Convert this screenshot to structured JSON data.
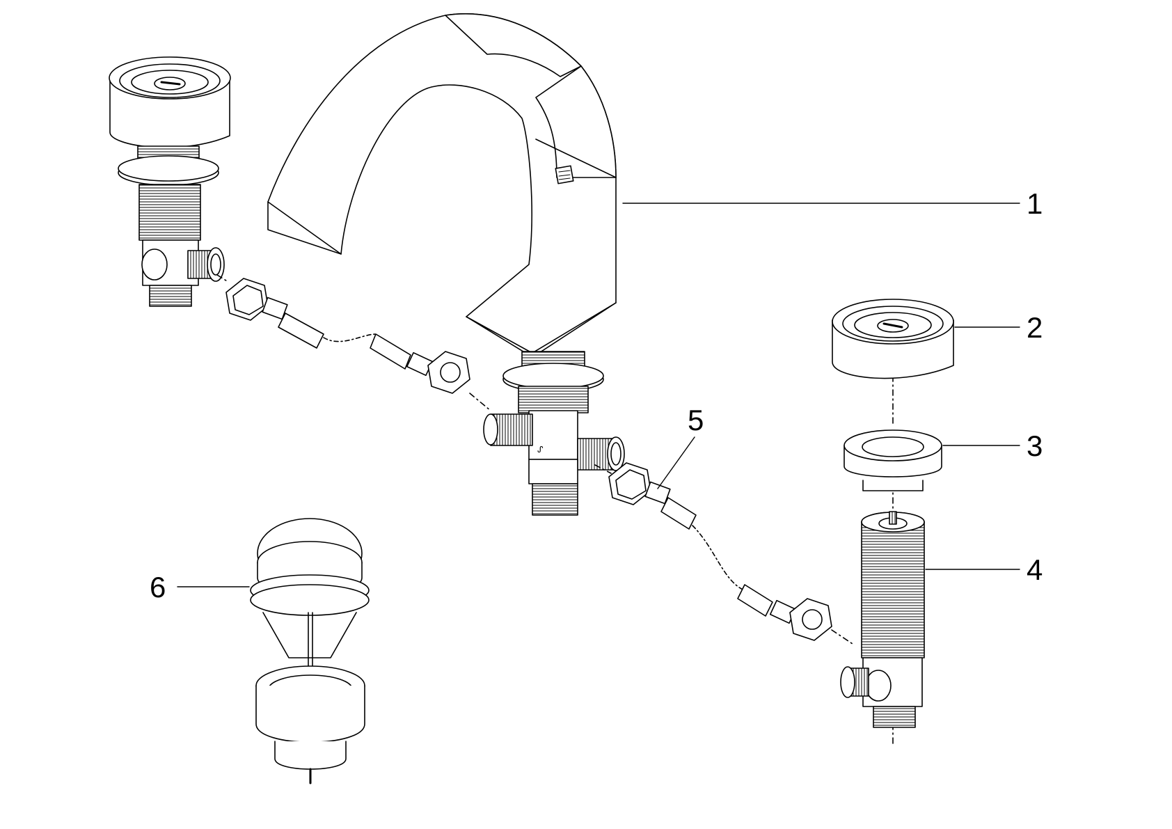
{
  "callouts": [
    {
      "id": "1",
      "label": "1"
    },
    {
      "id": "2",
      "label": "2"
    },
    {
      "id": "3",
      "label": "3"
    },
    {
      "id": "4",
      "label": "4"
    },
    {
      "id": "5",
      "label": "5"
    },
    {
      "id": "6",
      "label": "6"
    }
  ],
  "colors": {
    "line": "#000000",
    "background": "#ffffff",
    "fill": "#ffffff"
  }
}
